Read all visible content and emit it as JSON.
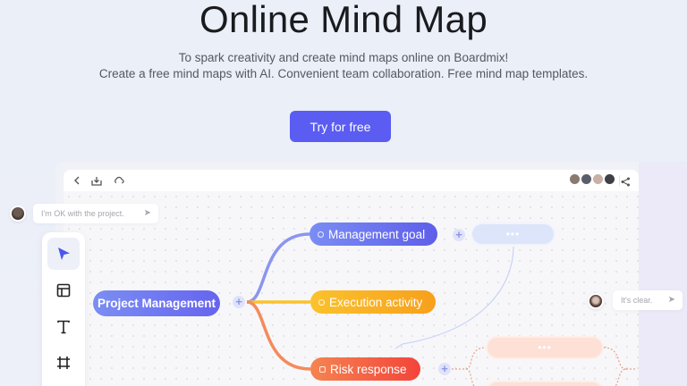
{
  "hero": {
    "title": "Online Mind Map",
    "subtitle_line1": "To spark creativity and create mind maps online on Boardmix!",
    "subtitle_line2": "Create a free mind maps with AI. Convenient team collaboration. Free mind map templates.",
    "cta_label": "Try for free",
    "cta_color": "#5a5cf2"
  },
  "app_topbar": {
    "icons": [
      "back-chevron-icon",
      "download-icon",
      "cloud-icon"
    ],
    "collaborator_count": 4,
    "share_icon": "share-icon"
  },
  "toolbar": {
    "tools": [
      {
        "name": "select",
        "icon": "cursor-arrow-icon",
        "active": true
      },
      {
        "name": "template",
        "icon": "layout-icon",
        "active": false
      },
      {
        "name": "text",
        "icon": "text-icon",
        "active": false
      },
      {
        "name": "frame",
        "icon": "frame-icon",
        "active": false
      }
    ]
  },
  "mindmap": {
    "root": "Project Management",
    "branches": [
      {
        "label": "Management goal",
        "color": "#6664ef"
      },
      {
        "label": "Execution activity",
        "color": "#f7a01c"
      },
      {
        "label": "Risk response",
        "color": "#f3443a"
      }
    ],
    "placeholder": "•••"
  },
  "chat": {
    "left_message": "I'm OK with the project.",
    "right_message": "It's clear."
  }
}
